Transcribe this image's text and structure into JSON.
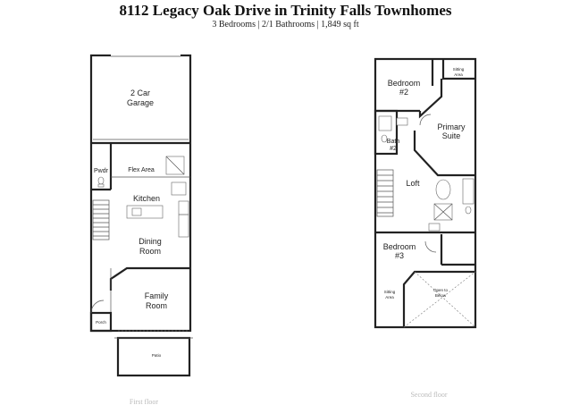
{
  "header": {
    "title": "8112 Legacy Oak Drive in Trinity Falls Townhomes",
    "subtitle": "3 Bedrooms | 2/1 Bathrooms | 1,849 sq ft"
  },
  "first_floor": {
    "caption": "First floor",
    "rooms": {
      "garage_l1": "2 Car",
      "garage_l2": "Garage",
      "pwdr": "Pwdr",
      "flex": "Flex Area",
      "kitchen": "Kitchen",
      "dining_l1": "Dining",
      "dining_l2": "Room",
      "family_l1": "Family",
      "family_l2": "Room",
      "porch": "Porch",
      "patio": "Patio"
    }
  },
  "second_floor": {
    "caption": "Second floor",
    "rooms": {
      "bed2_l1": "Bedroom",
      "bed2_l2": "#2",
      "sitting_top_l1": "Sitting",
      "sitting_top_l2": "Area",
      "primary_l1": "Primary",
      "primary_l2": "Suite",
      "bath2_l1": "Bath",
      "bath2_l2": "#2",
      "loft": "Loft",
      "bed3_l1": "Bedroom",
      "bed3_l2": "#3",
      "open_l1": "Open to",
      "open_l2": "Below",
      "sitting_bot_l1": "Sitting",
      "sitting_bot_l2": "Area"
    }
  }
}
